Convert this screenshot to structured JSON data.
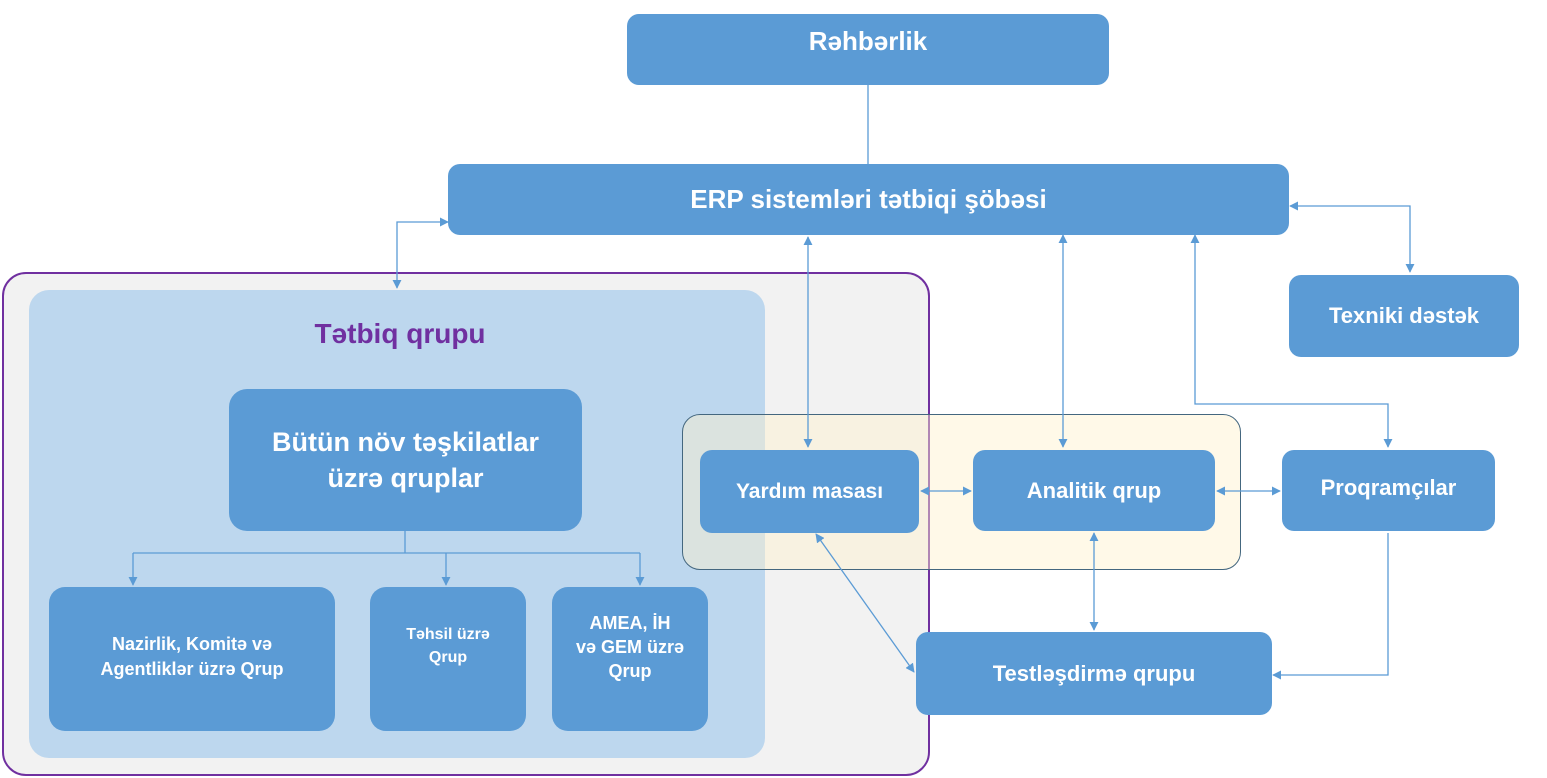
{
  "colors": {
    "node_blue": "#5b9bd5",
    "line_blue": "#5b9bd5",
    "outer_border": "#7030a0",
    "outer_fill": "#f2f2f2",
    "inner_fill": "#bdd7ee",
    "title_purple": "#7030a0",
    "yellow_fill": "#fff9e6",
    "yellow_border": "#44677f"
  },
  "nodes": {
    "rehberlik": "Rəhbərlik",
    "erp": "ERP sistemləri tətbiqi şöbəsi",
    "texniki": "Texniki dəstək",
    "tetbiq_title": "Tətbiq qrupu",
    "butun_line1": "Bütün növ təşkilatlar",
    "butun_line2": "üzrə qruplar",
    "nazirlik_line1": "Nazirlik, Komitə və",
    "nazirlik_line2": "Agentliklər üzrə Qrup",
    "tehsil_line1": "Təhsil üzrə",
    "tehsil_line2": "Qrup",
    "amea_line1": "AMEA, İH",
    "amea_line2": "və GEM üzrə",
    "amea_line3": "Qrup",
    "yardim": "Yardım masası",
    "analitik": "Analitik qrup",
    "programcilar": "Proqramçılar",
    "testlesdirme": "Testləşdirmə qrupu"
  }
}
